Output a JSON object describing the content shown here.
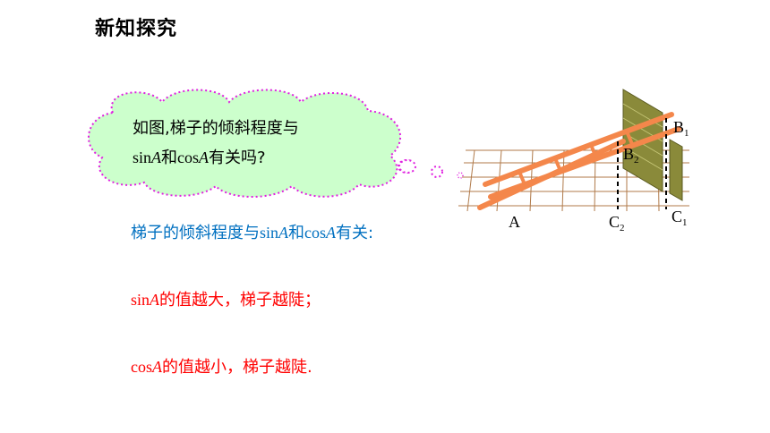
{
  "title": "新知探究",
  "cloud": {
    "line1": "如图,梯子的倾斜程度与",
    "line2_a": "sin",
    "line2_b": "A",
    "line2_c": "和",
    "line2_d": "cos",
    "line2_e": "A",
    "line2_f": "有关吗?"
  },
  "answer": {
    "p1": "梯子的倾斜程度与",
    "sin": "sin",
    "A1": "A",
    "and": "和",
    "cos": "cos",
    "A2": "A",
    "p2": "有关:"
  },
  "point1": {
    "sin": "sin",
    "A": "A",
    "text": "的值越大，梯子越陡；"
  },
  "point2": {
    "cos": "cos",
    "A": "A",
    "text": "的值越小，梯子越陡."
  },
  "diagram": {
    "labels": {
      "a": "A",
      "b1": "B",
      "b1_sub": "1",
      "b2": "B",
      "b2_sub": "2",
      "c1": "C",
      "c1_sub": "1",
      "c2": "C",
      "c2_sub": "2"
    }
  },
  "colors": {
    "blue": "#0070c0",
    "red": "#ff0000",
    "ladder": "#f4874b",
    "wall": "#8a8a3a",
    "grid": "#b07a4a",
    "cloud": "#e020e0"
  }
}
